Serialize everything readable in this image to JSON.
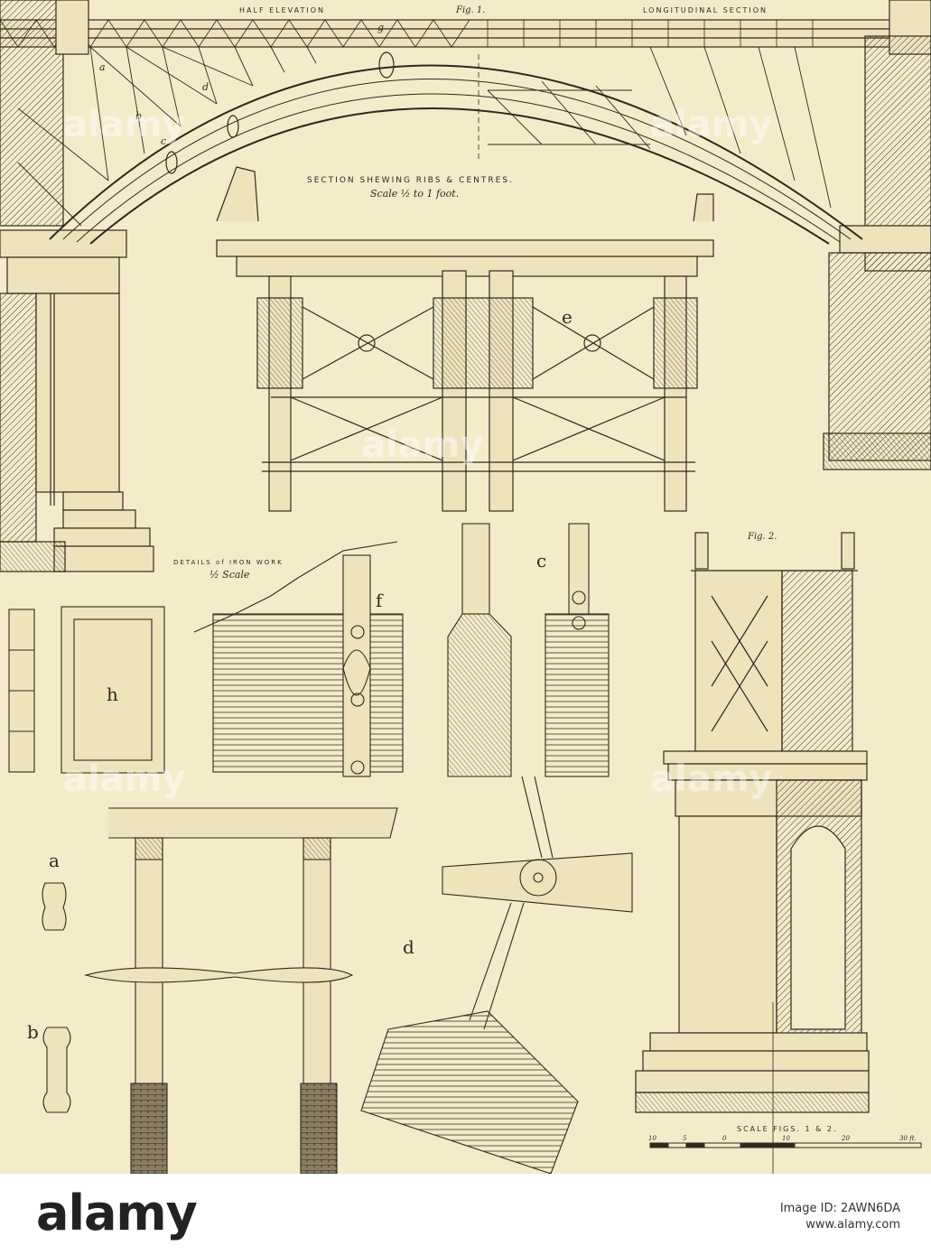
{
  "plate": {
    "header_left": "HALF ELEVATION",
    "header_center": "Fig. 1.",
    "header_right": "LONGITUDINAL SECTION",
    "section_title": "SECTION SHEWING RIBS & CENTRES.",
    "section_scale": "Scale ½ to 1 foot.",
    "details_title": "DETAILS of IRON WORK",
    "details_scale": "½ Scale",
    "fig2_label": "Fig. 2.",
    "scale_caption": "SCALE FIGS. 1 & 2.",
    "scale_ticks": [
      "10",
      "5",
      "0",
      "10",
      "20",
      "30 ft."
    ],
    "letters": {
      "a_top": "a",
      "b_top": "b",
      "c_top": "c",
      "d_top": "d",
      "g_top": "g",
      "e": "e",
      "f": "f",
      "c_detail": "c",
      "h": "h",
      "a": "a",
      "b": "b",
      "d": "d"
    }
  },
  "watermark": {
    "text": "alamy"
  },
  "footer": {
    "logo": "alamy",
    "image_id": "Image ID: 2AWN6DA",
    "site": "www.alamy.com"
  }
}
